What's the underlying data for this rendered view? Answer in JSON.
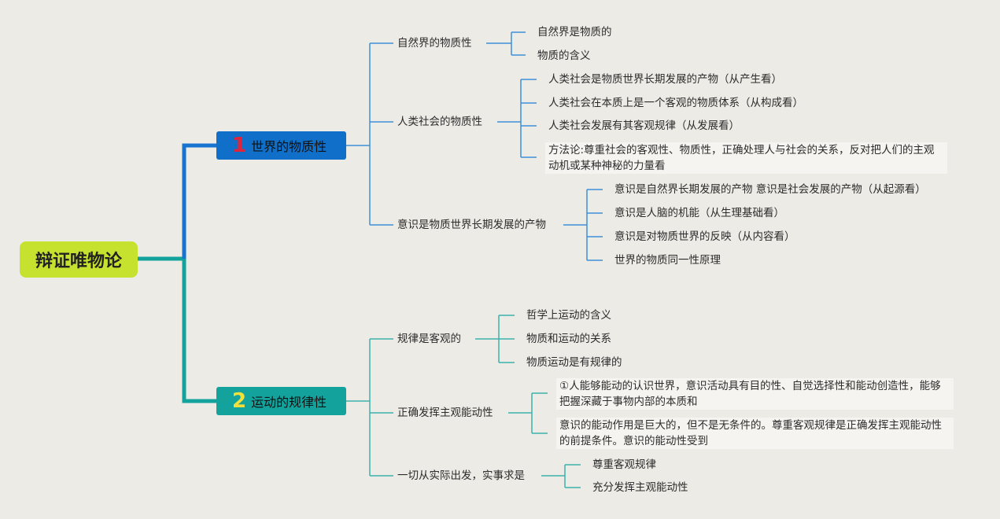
{
  "root": {
    "label": "辩证唯物论"
  },
  "branch1": {
    "number": "1",
    "label": "世界的物质性",
    "children": [
      {
        "label": "自然界的物质性",
        "leaves": [
          "自然界是物质的",
          "物质的含义"
        ]
      },
      {
        "label": "人类社会的物质性",
        "leaves": [
          "人类社会是物质世界长期发展的产物（从产生看）",
          "人类社会在本质上是一个客观的物质体系（从构成看）",
          "人类社会发展有其客观规律（从发展看）",
          "方法论:尊重社会的客观性、物质性，正确处理人与社会的关系，反对把人们的主观动机或某种神秘的力量看"
        ]
      },
      {
        "label": "意识是物质世界长期发展的产物",
        "leaves": [
          "意识是自然界长期发展的产物 意识是社会发展的产物（从起源看）",
          "意识是人脑的机能（从生理基础看）",
          "意识是对物质世界的反映（从内容看）",
          "世界的物质同一性原理"
        ]
      }
    ]
  },
  "branch2": {
    "number": "2",
    "label": "运动的规律性",
    "children": [
      {
        "label": "规律是客观的",
        "leaves": [
          "哲学上运动的含义",
          "物质和运动的关系",
          "物质运动是有规律的"
        ]
      },
      {
        "label": "正确发挥主观能动性",
        "leaves": [
          "①人能够能动的认识世界，意识活动具有目的性、自觉选择性和能动创造性，能够把握深藏于事物内部的本质和",
          "意识的能动作用是巨大的，但不是无条件的。尊重客观规律是正确发挥主观能动性的前提条件。意识的能动性受到"
        ]
      },
      {
        "label": "一切从实际出发，实事求是",
        "leaves": [
          "尊重客观规律",
          "充分发挥主观能动性"
        ]
      }
    ]
  },
  "colors": {
    "root": "#c6e22e",
    "branch1": "#0f6fc9",
    "branch2": "#14a39c",
    "branch1_line": "#3d8fd8",
    "branch2_line": "#3db2ab",
    "background": "#ecebe6"
  }
}
